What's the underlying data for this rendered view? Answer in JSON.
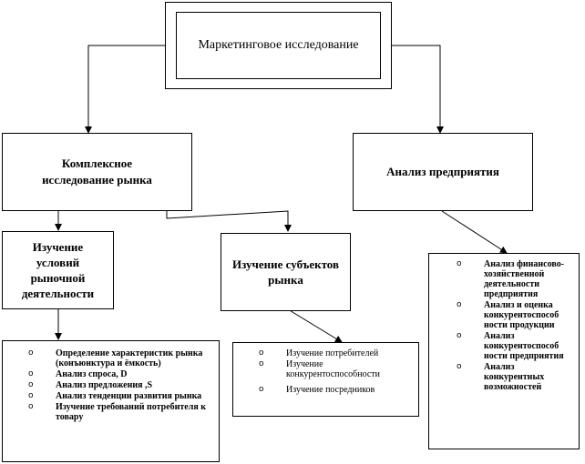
{
  "root": {
    "label": "Маркетинговое исследование"
  },
  "left_branch": {
    "label": "Комплексное исследование рынка"
  },
  "right_branch": {
    "label": "Анализ предприятия"
  },
  "conditions": {
    "label": "Изучение условий рыночной деятельности"
  },
  "subjects": {
    "label": "Изучение субъектов рынка"
  },
  "conditions_list": {
    "bullet": "o",
    "items": [
      "Определение характеристик рынка (конъюнктура и ёмкость)",
      "Анализ спроса, D",
      "Анализ предложения ,S",
      "Анализ тенденции развития рынка",
      "Изучение требований потребителя к товару"
    ]
  },
  "subjects_list": {
    "bullet": "o",
    "items": [
      "Изучение потребителей",
      "Изучение конкурентоспособности",
      "Изучение посредников"
    ]
  },
  "enterprise_list": {
    "bullet": "o",
    "items": [
      "Анализ финансово-хозяйственной деятельности предприятия",
      "Анализ и оценка конкурентоспособ ности продукции",
      "Анализ конкурентоспособ ности предприятия",
      "Анализ конкурентных возможностей"
    ]
  }
}
